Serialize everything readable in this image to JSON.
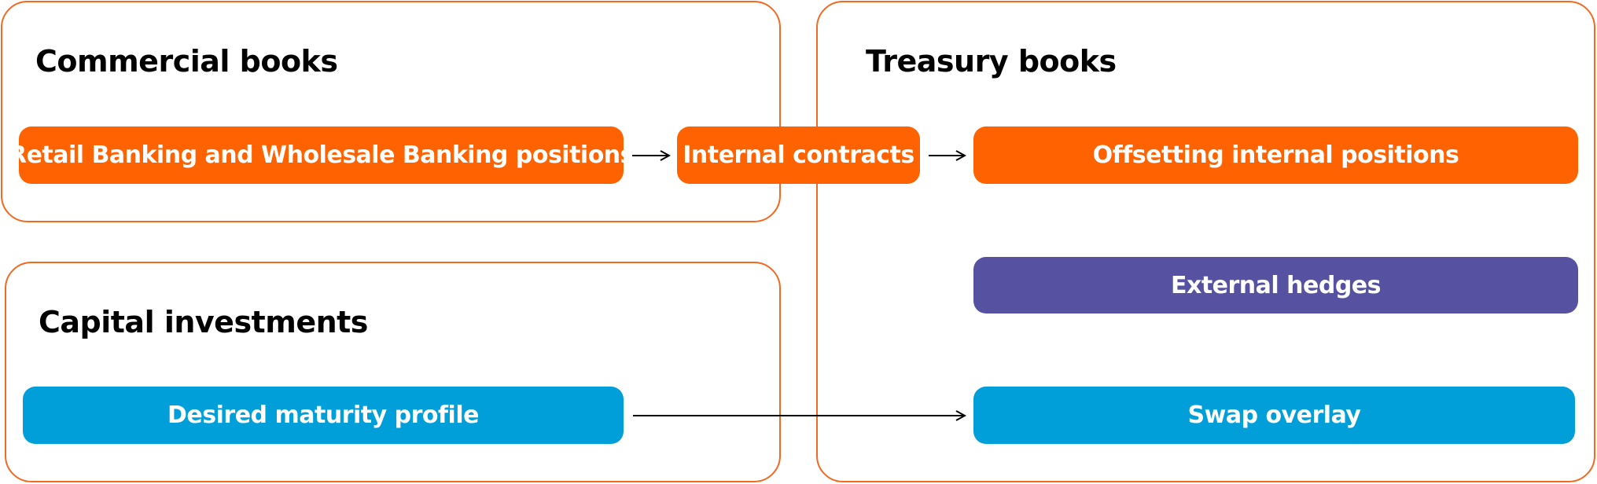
{
  "colors": {
    "frame_border": "#F26A21",
    "orange": "#FF6200",
    "purple": "#5652A1",
    "blue": "#009FD9",
    "arrow": "#000000",
    "text_dark": "#000000",
    "text_light": "#FFFFFF"
  },
  "commercial": {
    "title": "Commercial books",
    "positions_label": "Retail Banking and Wholesale Banking positions"
  },
  "bridge": {
    "internal_contracts_label": "Internal contracts"
  },
  "capital": {
    "title": "Capital investments",
    "maturity_label": "Desired maturity profile"
  },
  "treasury": {
    "title": "Treasury books",
    "offsetting_label": "Offsetting internal positions",
    "hedges_label": "External hedges",
    "swap_label": "Swap overlay"
  }
}
